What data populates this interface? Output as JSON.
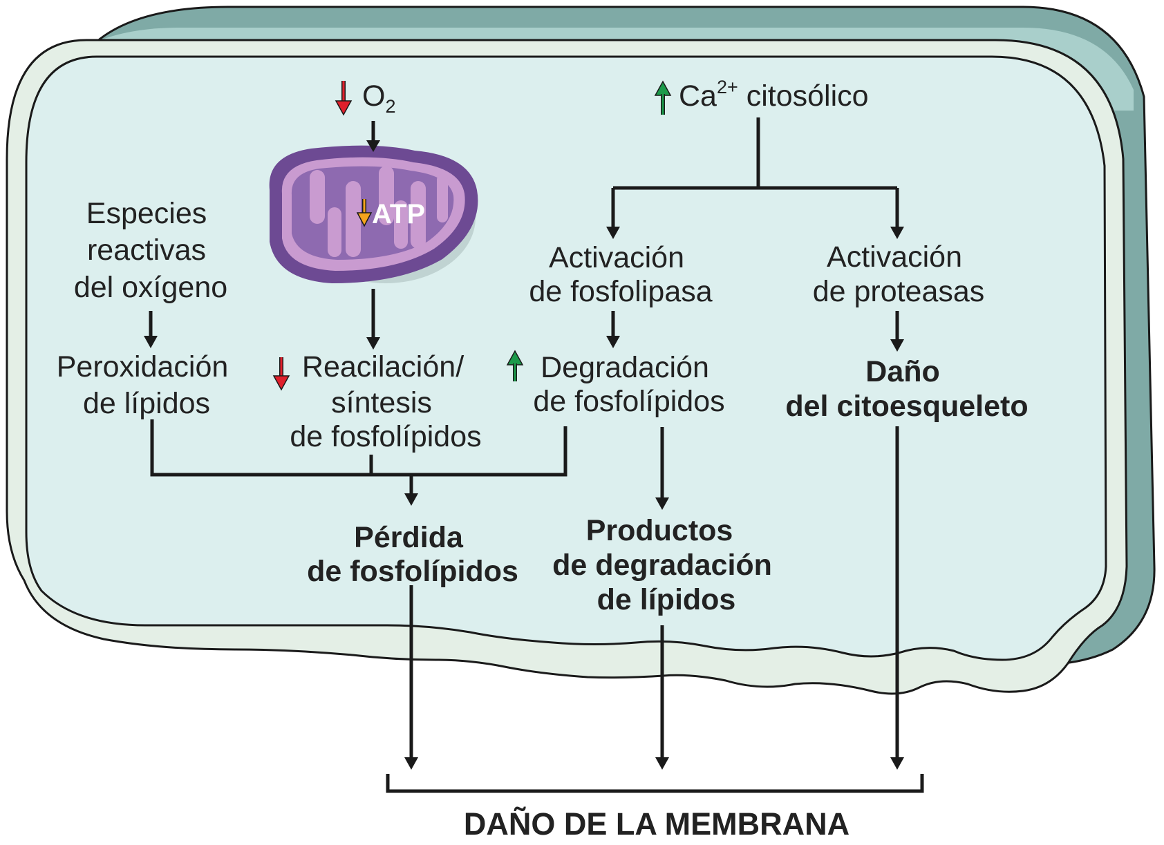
{
  "labels": {
    "o2": "O",
    "o2_sub": "2",
    "ca": "Ca",
    "ca_sup": "2+",
    "ca_rest": " citosólico",
    "ros": [
      "Especies",
      "reactivas",
      "del oxígeno"
    ],
    "atp": "ATP",
    "peroxidation": [
      "Peroxidación",
      "de lípidos"
    ],
    "reacylation": [
      "Reacilación/",
      "síntesis",
      "de fosfolípidos"
    ],
    "degradation": [
      "Degradación",
      "de fosfolípidos"
    ],
    "phospholipase": [
      "Activación",
      "de fosfolipasa"
    ],
    "protease": [
      "Activación",
      "de proteasas"
    ],
    "cytoskeleton": [
      "Daño",
      "del citoesqueleto"
    ],
    "loss": [
      "Pérdida",
      "de fosfolípidos"
    ],
    "products": [
      "Productos",
      "de degradación",
      "de lípidos"
    ],
    "membrane_damage": "DAÑO DE LA MEMBRANA"
  },
  "indicators": {
    "o2": "down",
    "atp": "down",
    "reacylation": "down",
    "ca": "up",
    "degradation": "up"
  },
  "colors": {
    "cell_outer": "#e4efe6",
    "cell_inner": "#dcefee",
    "cell_shadow": "#7faaa6",
    "cell_top": "#a9cfcb",
    "mito_outer": "#c99bd0",
    "mito_inner": "#6d4a93",
    "arrow_down": "#e0202c",
    "arrow_up": "#1b9a4a",
    "arrow_atp": "#f5a41d"
  }
}
